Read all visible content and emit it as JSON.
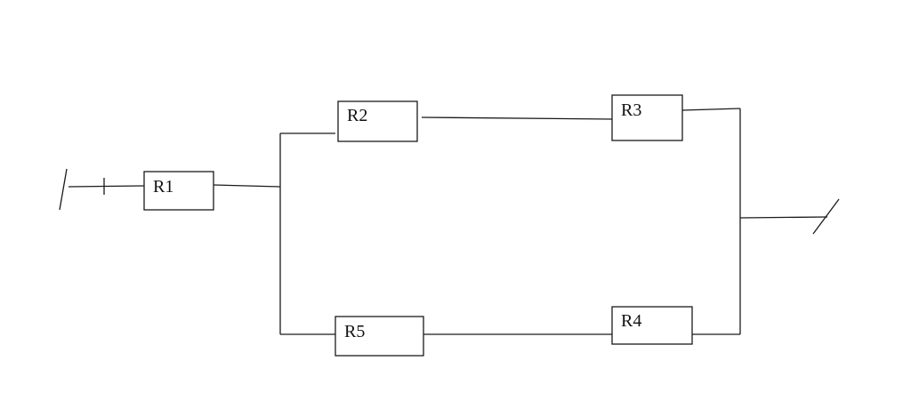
{
  "resistors": {
    "r1": "R1",
    "r2": "R2",
    "r3": "R3",
    "r4": "R4",
    "r5": "R5"
  },
  "colors": {
    "line": "#1a1a1a",
    "background": "#ffffff"
  }
}
